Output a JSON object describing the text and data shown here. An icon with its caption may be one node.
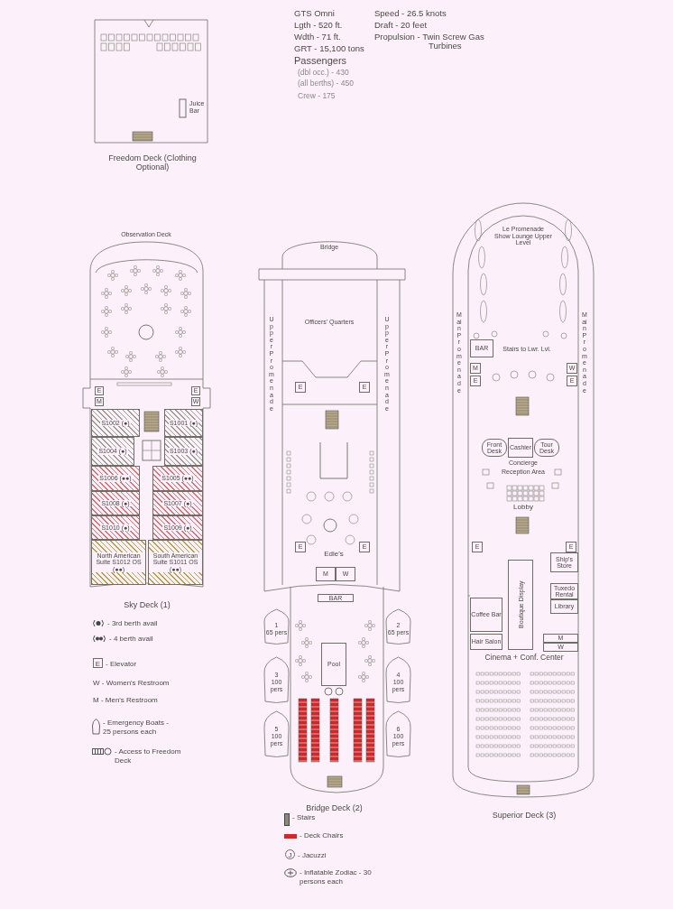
{
  "diagram": {
    "nodes": [
      {
        "text": [
          "Freedom Deck (Clothing Optional)"
        ]
      },
      {
        "text": [
          "Juice Bar"
        ],
        "in": 0
      },
      {
        "text": [
          "Sky Deck (1)"
        ]
      },
      {
        "text": [
          "E"
        ],
        "in": 2
      },
      {
        "text": [
          "M"
        ],
        "in": 2
      },
      {
        "text": [
          "E"
        ],
        "in": 2
      },
      {
        "text": [
          "W"
        ],
        "in": 2
      },
      {
        "text": [
          "S1002 (●)"
        ],
        "in": 2
      },
      {
        "text": [
          "S1001 (●)"
        ],
        "in": 2
      },
      {
        "text": [
          "S1004 (●)"
        ],
        "in": 2
      },
      {
        "text": [
          "S1003 (●)"
        ],
        "in": 2
      },
      {
        "text": [
          "S1006 (●●)"
        ],
        "in": 2
      },
      {
        "text": [
          "S1005 (●●)"
        ],
        "in": 2
      },
      {
        "text": [
          "S1008 (●)"
        ],
        "in": 2
      },
      {
        "text": [
          "S1007 (●)"
        ],
        "in": 2
      },
      {
        "text": [
          "S1010 (●)"
        ],
        "in": 2
      },
      {
        "text": [
          "S1009 (●)"
        ],
        "in": 2
      },
      {
        "text": [
          "North American Suite S1012 OS (●●)"
        ],
        "in": 2
      },
      {
        "text": [
          "South American Suite S1011 OS (●●)"
        ],
        "in": 2
      },
      {
        "text": [
          "Bridge Deck (2)"
        ]
      },
      {
        "text": [
          "E"
        ],
        "in": 19
      },
      {
        "text": [
          "E"
        ],
        "in": 19
      },
      {
        "text": [
          "E"
        ],
        "in": 19
      },
      {
        "text": [
          "E"
        ],
        "in": 19
      },
      {
        "text": [
          "M"
        ],
        "in": 19
      },
      {
        "text": [
          "W"
        ],
        "in": 19
      },
      {
        "text": [
          "BAR"
        ],
        "in": 19
      },
      {
        "text": [
          "Pool"
        ],
        "in": 19
      },
      {
        "text": [
          "1",
          "65 pers"
        ],
        "in": 19
      },
      {
        "text": [
          "2",
          "65 pers"
        ],
        "in": 19
      },
      {
        "text": [
          "3",
          "100 pers"
        ],
        "in": 19
      },
      {
        "text": [
          "4",
          "100 pers"
        ],
        "in": 19
      },
      {
        "text": [
          "5",
          "100 pers"
        ],
        "in": 19
      },
      {
        "text": [
          "6",
          "100 pers"
        ],
        "in": 19
      },
      {
        "text": [
          "Superior Deck (3)"
        ]
      },
      {
        "text": [
          "BAR"
        ],
        "in": 34
      },
      {
        "text": [
          "M"
        ],
        "in": 34
      },
      {
        "text": [
          "E"
        ],
        "in": 34
      },
      {
        "text": [
          "W"
        ],
        "in": 34
      },
      {
        "text": [
          "E"
        ],
        "in": 34
      },
      {
        "text": [
          "Front Desk"
        ],
        "in": 34
      },
      {
        "text": [
          "Cashier"
        ],
        "in": 34
      },
      {
        "text": [
          "Tour Desk"
        ],
        "in": 34
      },
      {
        "text": [
          "E"
        ],
        "in": 34
      },
      {
        "text": [
          "E"
        ],
        "in": 34
      },
      {
        "text": [
          "Ship's Store"
        ],
        "in": 34
      },
      {
        "text": [
          "Boutique Display"
        ],
        "in": 34
      },
      {
        "text": [
          "Tuxedo Rental"
        ],
        "in": 34
      },
      {
        "text": [
          "Library"
        ],
        "in": 34
      },
      {
        "text": [
          "Coffee Bar"
        ],
        "in": 34
      },
      {
        "text": [
          "Hair Salon"
        ],
        "in": 34
      },
      {
        "text": [
          "M"
        ],
        "in": 34
      },
      {
        "text": [
          "W"
        ],
        "in": 34
      },
      {
        "text": [
          "Cinema + Conf. Center"
        ],
        "in": 34
      }
    ],
    "labels": [
      "GTS Omni",
      "Lgth - 520 ft.",
      "Wdth - 71 ft.",
      "GRT - 15,100 tons",
      "Passengers",
      "(dbl occ.) - 430",
      "(all berths) - 450",
      "Crew - 175",
      "Speed - 26.5 knots",
      "Draft - 20 feet",
      "Propulsion - Twin Screw Gas Turbines",
      "Observation Deck",
      "Bridge",
      "Officers' Quarters",
      "Upper Promenade",
      "Upper Promenade",
      "Edie's",
      "Le Promenade Show Lounge Upper Level",
      "Main Promenade",
      "Main Promenade",
      "Stairs to Lwr. Lvl.",
      "Concierge",
      "Reception Area",
      "Lobby",
      "E",
      "J"
    ],
    "legend": [
      {
        "text": "- 3rd berth avail"
      },
      {
        "text": "- 4 berth avail"
      },
      {
        "text": "- Elevator"
      },
      {
        "text": "W - Women's Restroom"
      },
      {
        "text": "M - Men's Restroom"
      },
      {
        "text": "- Emergency Boats - 25 persons each"
      },
      {
        "text": "- Access to Freedom Deck"
      },
      {
        "text": "- Stairs"
      },
      {
        "text": "- Deck Chairs",
        "color": "#cc2a2a"
      },
      {
        "text": "- Jacuzzi"
      },
      {
        "text": "- Inflatable Zodiac - 30 persons each"
      }
    ]
  }
}
